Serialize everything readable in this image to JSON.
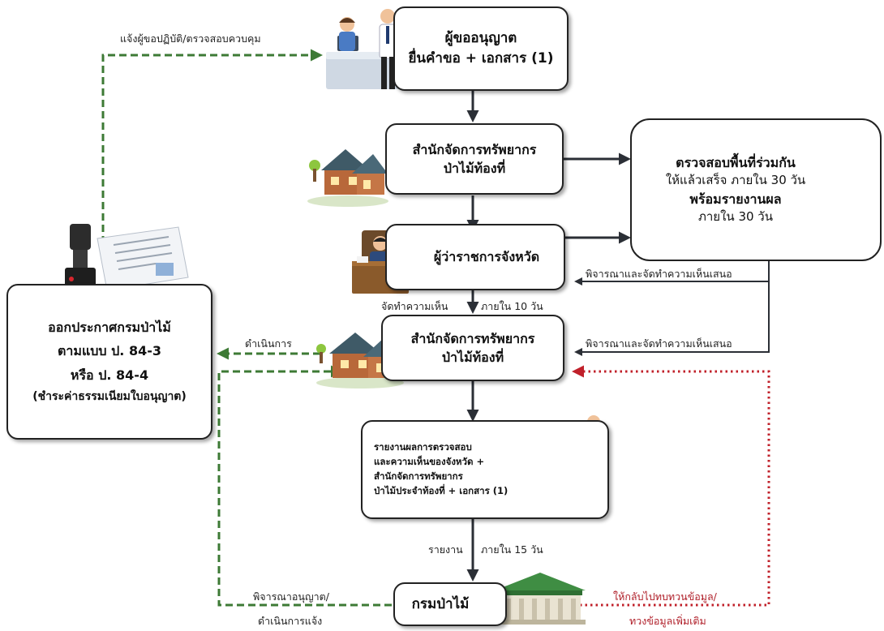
{
  "nodes": {
    "applicant": {
      "title": "ผู้ขออนุญาต",
      "subtitle": "ยื่นคำขอ + เอกสาร (1)"
    },
    "forest_office_1": {
      "line1": "สำนักจัดการทรัพยากร",
      "line2": "ป่าไม้ท้องที่"
    },
    "joint_inspection": {
      "line1": "ตรวจสอบพื้นที่ร่วมกัน",
      "line2": "ให้แล้วเสร็จ ภายใน 30 วัน",
      "line3": "พร้อมรายงานผล",
      "line4": "ภายใน 30 วัน"
    },
    "governor": {
      "label": "ผู้ว่าราชการจังหวัด"
    },
    "forest_office_2": {
      "line1": "สำนักจัดการทรัพยากร",
      "line2": "ป่าไม้ท้องที่"
    },
    "report": {
      "line1": "รายงานผลการตรวจสอบ",
      "line2": "และความเห็นของจังหวัด +",
      "line3": "สำนักจัดการทรัพยากร",
      "line4": "ป่าไม้ประจำท้องที่ + เอกสาร (1)"
    },
    "royal_forest_dept": {
      "label": "กรมป่าไม้"
    },
    "announcement": {
      "line1": "ออกประกาศกรมป่าไม้",
      "line2": "ตามแบบ ป. 84-3",
      "line3": "หรือ ป. 84-4",
      "line4": "(ชำระค่าธรรมเนียมใบอนุญาต)"
    }
  },
  "edge_labels": {
    "notify_applicant": "แจ้งผู้ขอปฏิบัติ/ตรวจสอบควบคุม",
    "consider_opinion_1": "พิจารณาและจัดทำความเห็นเสนอ",
    "consider_opinion_2": "พิจารณาและจัดทำความเห็นเสนอ",
    "opinion_left": "จัดทำความเห็น",
    "opinion_right": "ภายใน 10 วัน",
    "proceed": "ดำเนินการ",
    "report_left": "รายงาน",
    "report_right": "ภายใน 15 วัน",
    "approve_line1": "พิจารณาอนุญาต/",
    "approve_line2": "ดำเนินการแจ้ง",
    "return_line1": "ให้กลับไปทบทวนข้อมูล/",
    "return_line2": "ทวงข้อมูลเพิ่มเติม"
  },
  "colors": {
    "arrow_solid": "#2b2f36",
    "arrow_green_dashed": "#3d7a35",
    "arrow_red_dotted": "#c0202a"
  }
}
